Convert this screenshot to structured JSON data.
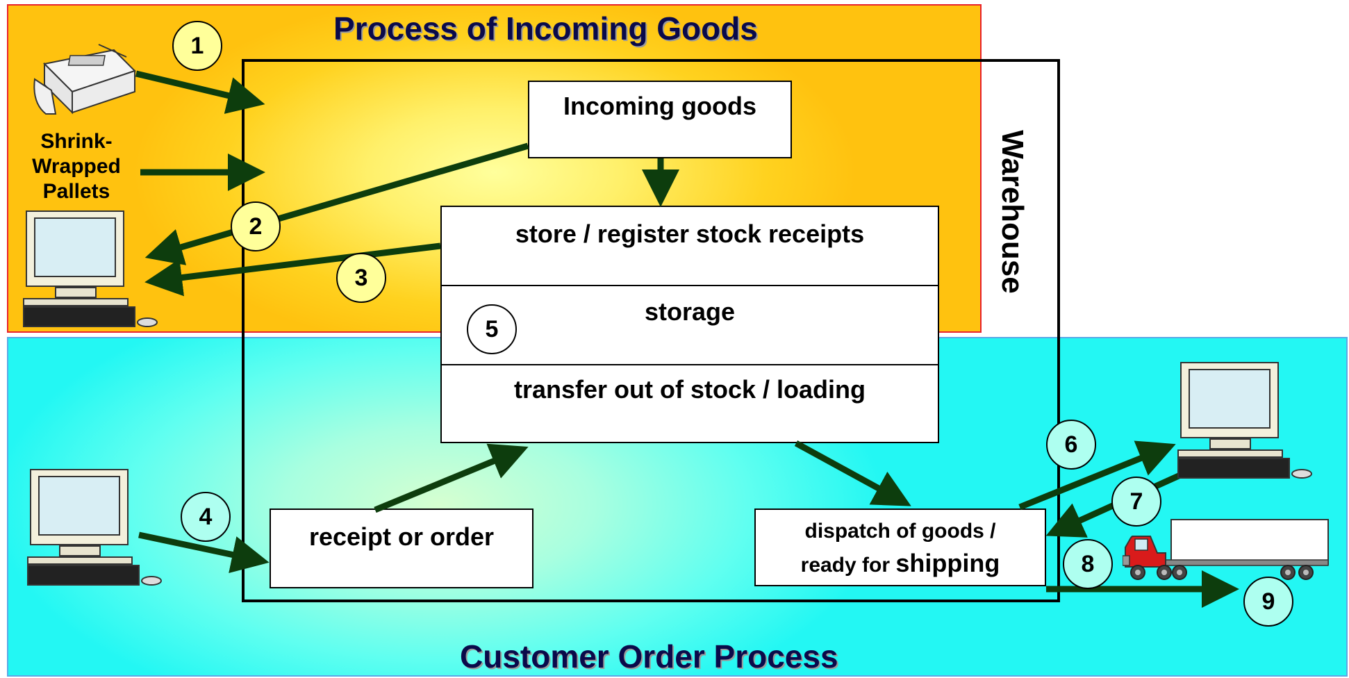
{
  "regions": {
    "top_title": "Process of Incoming Goods",
    "bottom_title": "Customer Order Process"
  },
  "warehouse": {
    "label": "Warehouse"
  },
  "boxes": {
    "incoming": "Incoming goods",
    "store": "store / register stock receipts",
    "storage": "storage",
    "transfer": "transfer out of stock /  loading",
    "receipt": "receipt or order",
    "dispatch_line1": "dispatch of goods /",
    "dispatch_line2_a": "ready for ",
    "dispatch_line2_b": "shipping"
  },
  "pallets_label": {
    "line1": "Shrink-",
    "line2": "Wrapped",
    "line3": "Pallets"
  },
  "steps": [
    "1",
    "2",
    "3",
    "4",
    "5",
    "6",
    "7",
    "8",
    "9"
  ],
  "icons": [
    "fax-icon",
    "computer-icon",
    "truck-icon"
  ],
  "colors": {
    "arrow": "#0d3d0d",
    "top_border": "#e8212b",
    "bottom_border": "#5aa9e6"
  }
}
